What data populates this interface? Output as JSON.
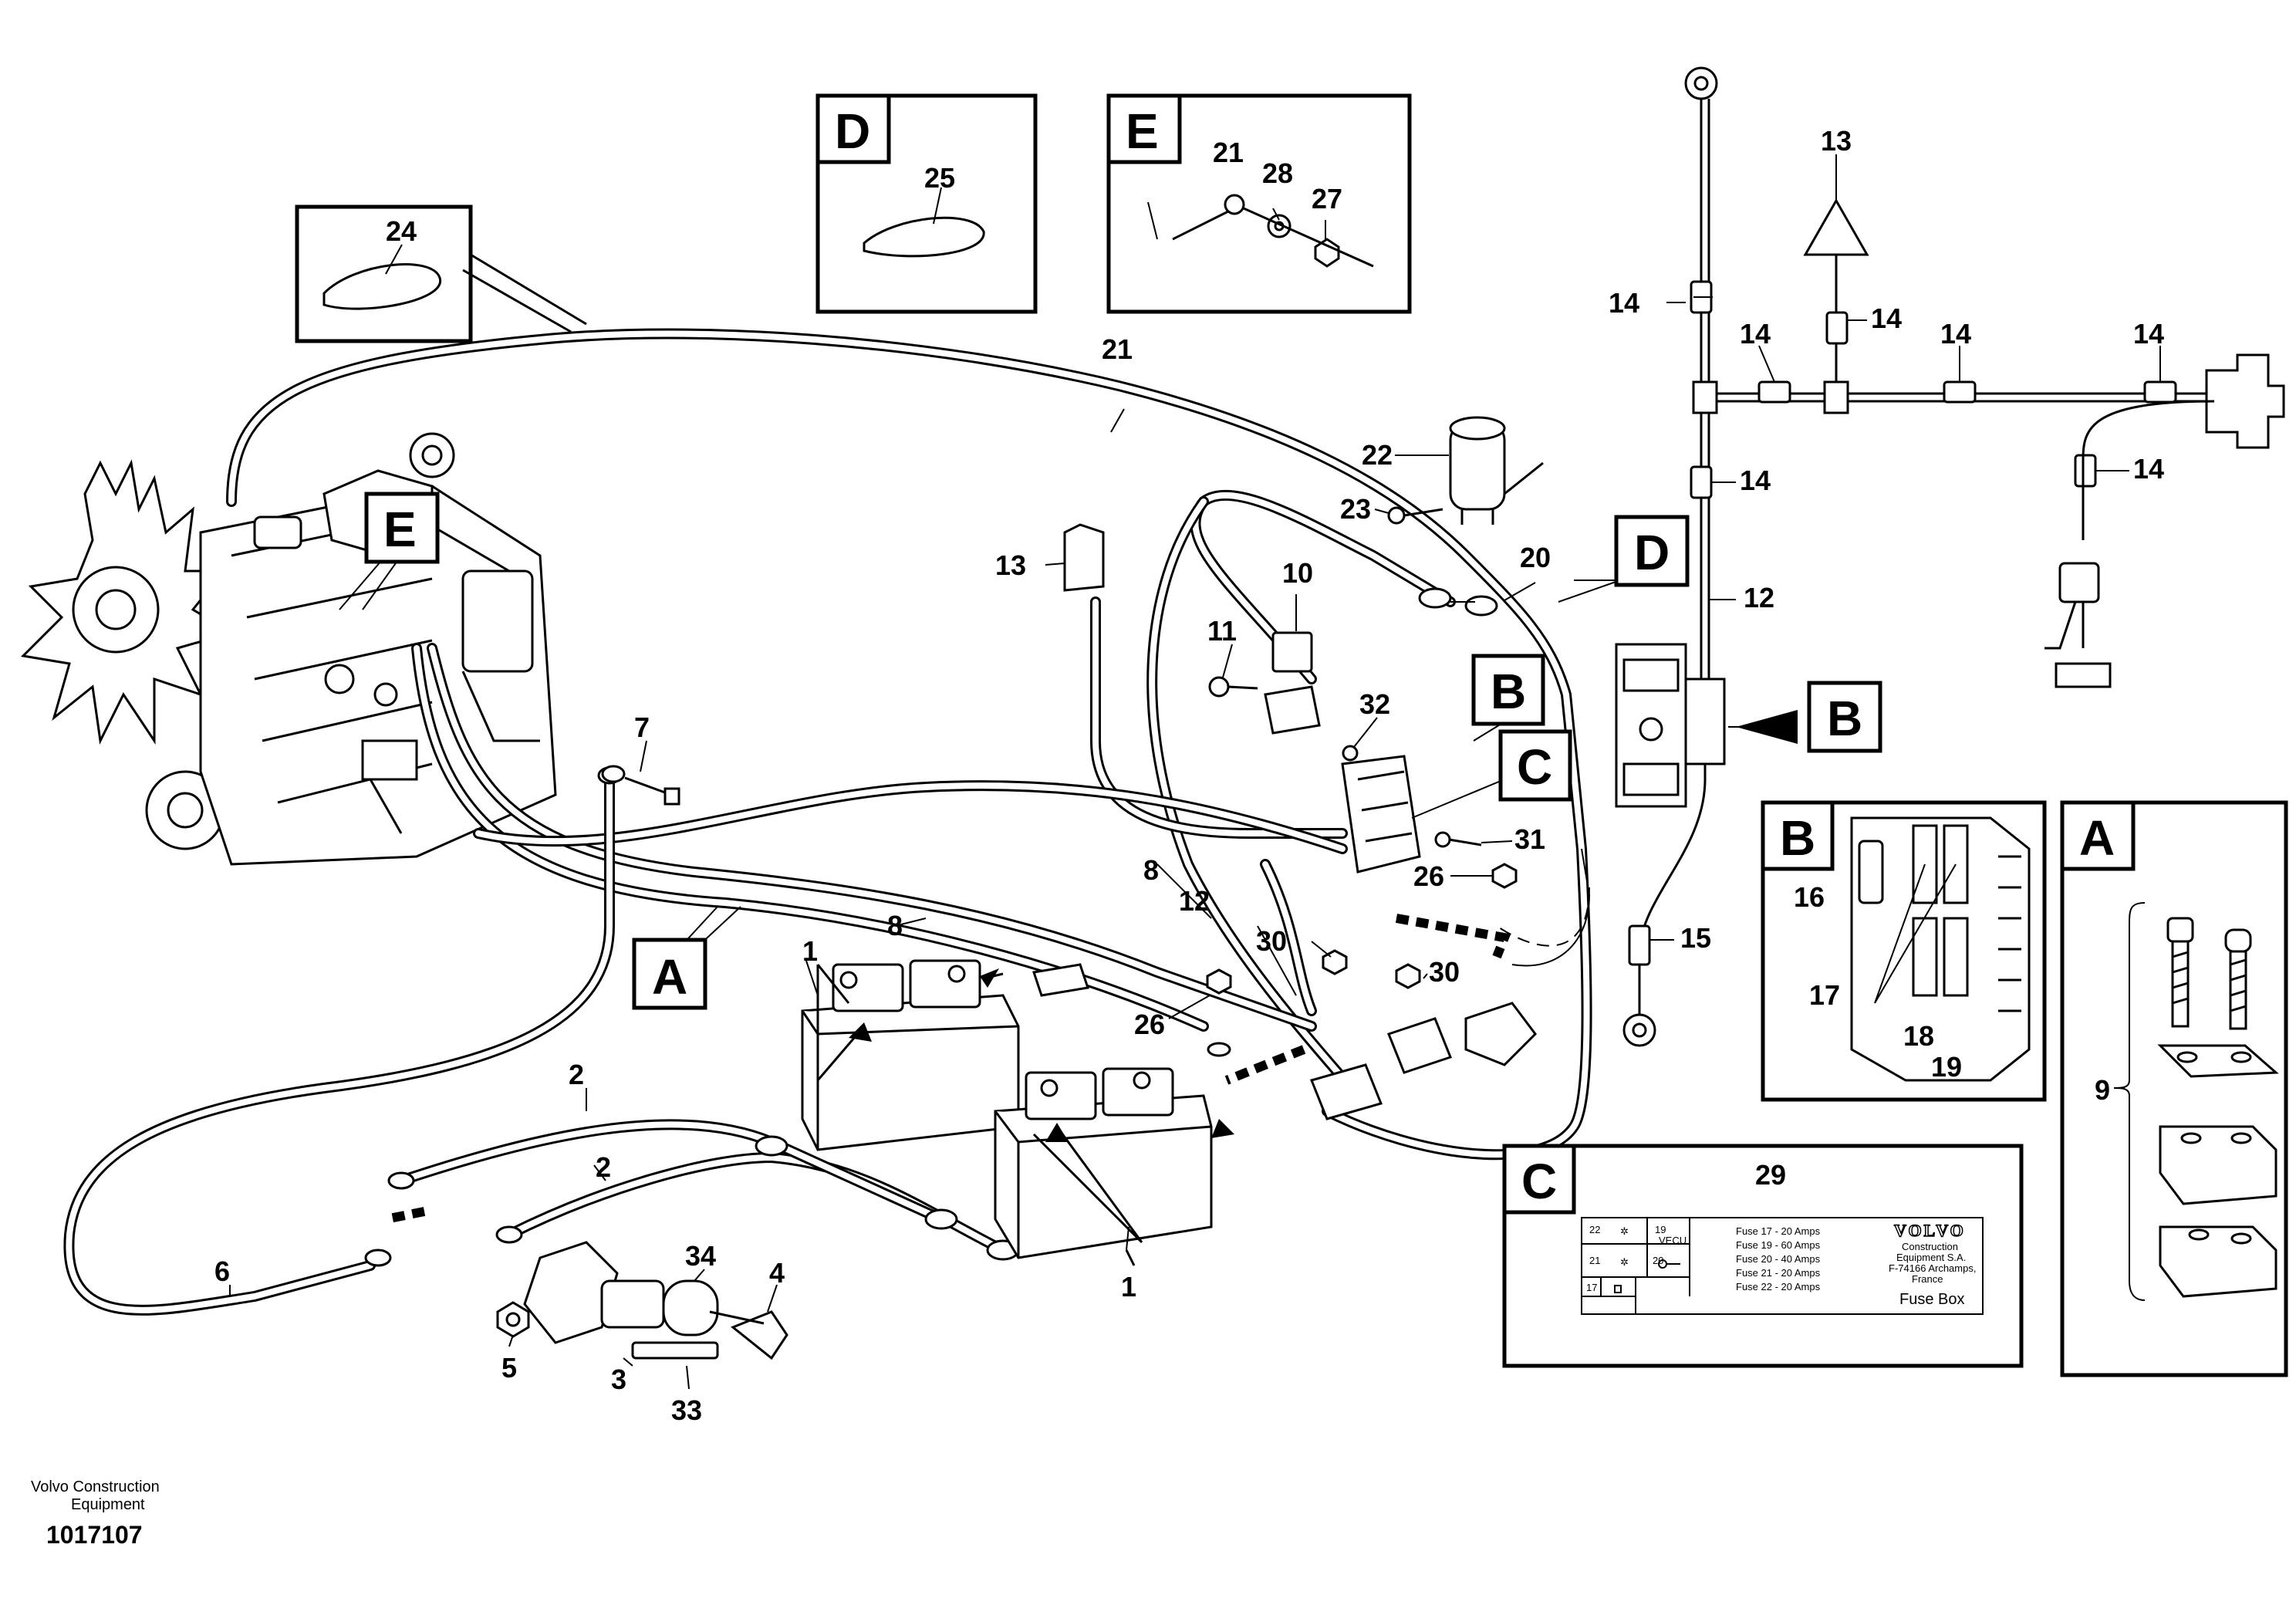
{
  "callouts": {
    "n1a": "1",
    "n1b": "1",
    "n2a": "2",
    "n2b": "2",
    "n3": "3",
    "n4": "4",
    "n5": "5",
    "n6": "6",
    "n7": "7",
    "n8a": "8",
    "n8b": "8",
    "n9": "9",
    "n10": "10",
    "n11": "11",
    "n12a": "12",
    "n12b": "12",
    "n13a": "13",
    "n13b": "13",
    "n14a": "14",
    "n14b": "14",
    "n14c": "14",
    "n14d": "14",
    "n14e": "14",
    "n14f": "14",
    "n14g": "14",
    "n15": "15",
    "n16": "16",
    "n17": "17",
    "n18": "18",
    "n19": "19",
    "n20": "20",
    "n21a": "21",
    "n21b": "21",
    "n22": "22",
    "n23": "23",
    "n24": "24",
    "n25": "25",
    "n26a": "26",
    "n26b": "26",
    "n27": "27",
    "n28": "28",
    "n29": "29",
    "n30a": "30",
    "n30b": "30",
    "n31": "31",
    "n32": "32",
    "n33": "33",
    "n34": "34"
  },
  "view_letters": {
    "a_main": "A",
    "a_detail": "A",
    "b_main": "B",
    "b_right": "B",
    "b_detail": "B",
    "c_main": "C",
    "c_detail": "C",
    "d_main": "D",
    "d_detail": "D",
    "e_main": "E",
    "e_detail": "E"
  },
  "fuse_label": {
    "cells": [
      "22",
      "19",
      "VECU",
      "21",
      "20",
      "17"
    ],
    "fuses": [
      "Fuse 17 - 20 Amps",
      "Fuse 19 - 60 Amps",
      "Fuse 20 - 40 Amps",
      "Fuse 21 - 20 Amps",
      "Fuse 22 - 20 Amps"
    ],
    "brand": "VOLVO",
    "company": [
      "Construction",
      "Equipment S.A.",
      "F-74166 Archamps,",
      "France"
    ],
    "title": "Fuse Box"
  },
  "footer": {
    "line1": "Volvo Construction",
    "line2": "Equipment",
    "number": "1017107"
  }
}
